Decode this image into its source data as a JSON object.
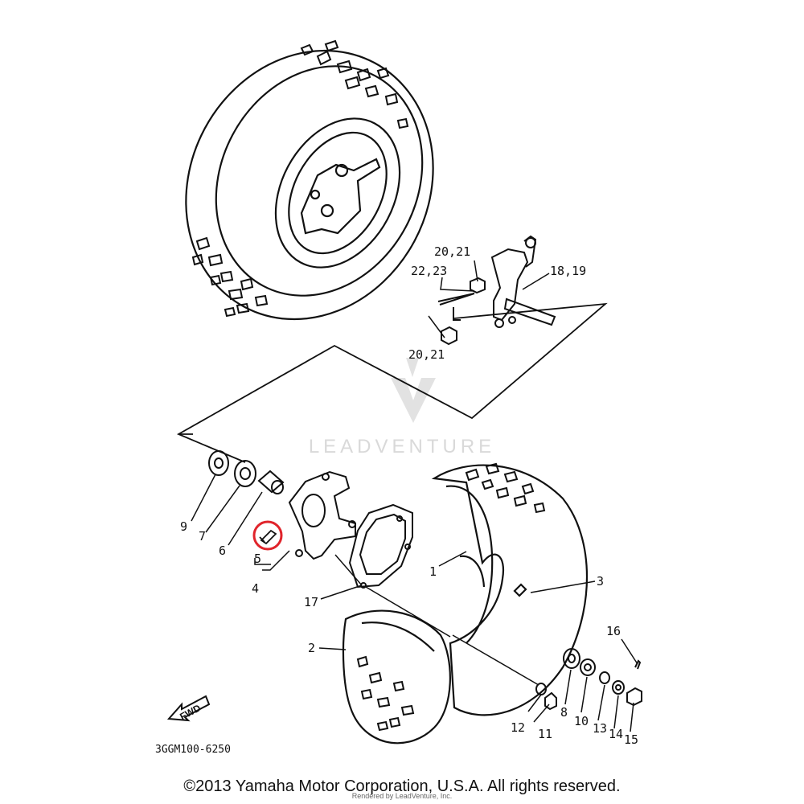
{
  "diagram": {
    "drawing_code": "3GGM100-6250",
    "direction_badge": "FWD",
    "watermark_text": "LEADVENTURE",
    "highlight_color": "#e0242b",
    "highlighted_part": "5",
    "part_labels": {
      "p1": "1",
      "p2": "2",
      "p3": "3",
      "p4": "4",
      "p5": "5",
      "p6": "6",
      "p7": "7",
      "p8": "8",
      "p9": "9",
      "p10": "10",
      "p11": "11",
      "p12": "12",
      "p13": "13",
      "p14": "14",
      "p15": "15",
      "p16": "16",
      "p17": "17",
      "p18_19": "18,19",
      "p20_21_top": "20,21",
      "p20_21_bottom": "20,21",
      "p22_23": "22,23"
    }
  },
  "footer": {
    "copyright": "©2013 Yamaha Motor Corporation, U.S.A. All rights reserved.",
    "rendered_by": "Rendered by LeadVenture, Inc."
  }
}
